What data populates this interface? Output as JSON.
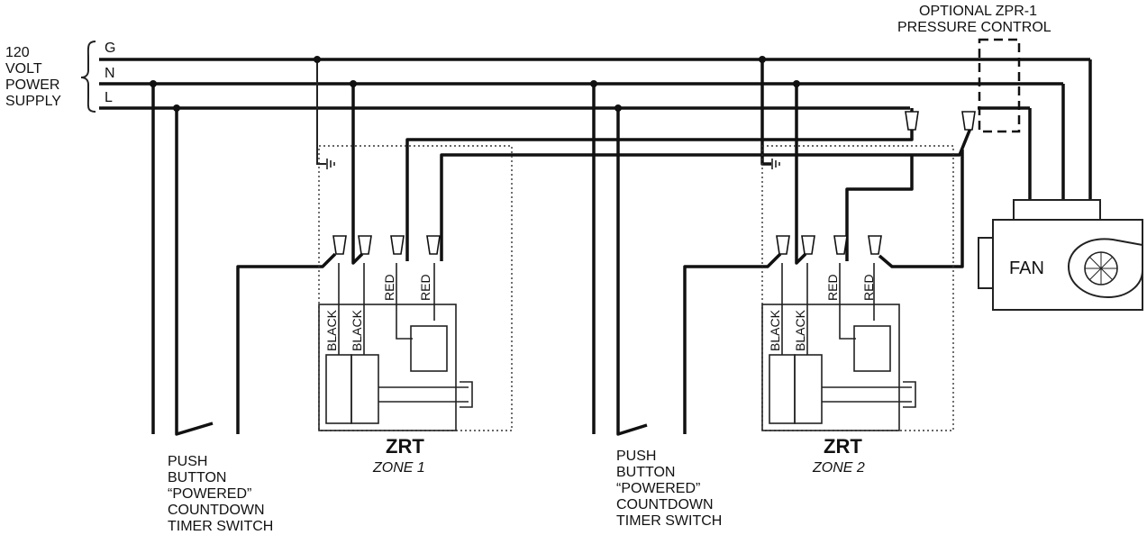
{
  "supply": {
    "voltage": "120",
    "line1": "VOLT",
    "line2": "POWER",
    "line3": "SUPPLY",
    "g": "G",
    "n": "N",
    "l": "L"
  },
  "pressure": {
    "line1": "OPTIONAL ZPR-1",
    "line2": "PRESSURE CONTROL"
  },
  "fan": {
    "label": "FAN"
  },
  "zones": [
    {
      "title": "ZRT",
      "subtitle": "ZONE 1",
      "wire_black_1": "BLACK",
      "wire_black_2": "BLACK",
      "wire_red_1": "RED",
      "wire_red_2": "RED"
    },
    {
      "title": "ZRT",
      "subtitle": "ZONE 2",
      "wire_black_1": "BLACK",
      "wire_black_2": "BLACK",
      "wire_red_1": "RED",
      "wire_red_2": "RED"
    }
  ],
  "switches": [
    {
      "line1": "PUSH",
      "line2": "BUTTON",
      "line3": "“POWERED”",
      "line4": "COUNTDOWN",
      "line5": "TIMER SWITCH"
    },
    {
      "line1": "PUSH",
      "line2": "BUTTON",
      "line3": "“POWERED”",
      "line4": "COUNTDOWN",
      "line5": "TIMER SWITCH"
    }
  ]
}
